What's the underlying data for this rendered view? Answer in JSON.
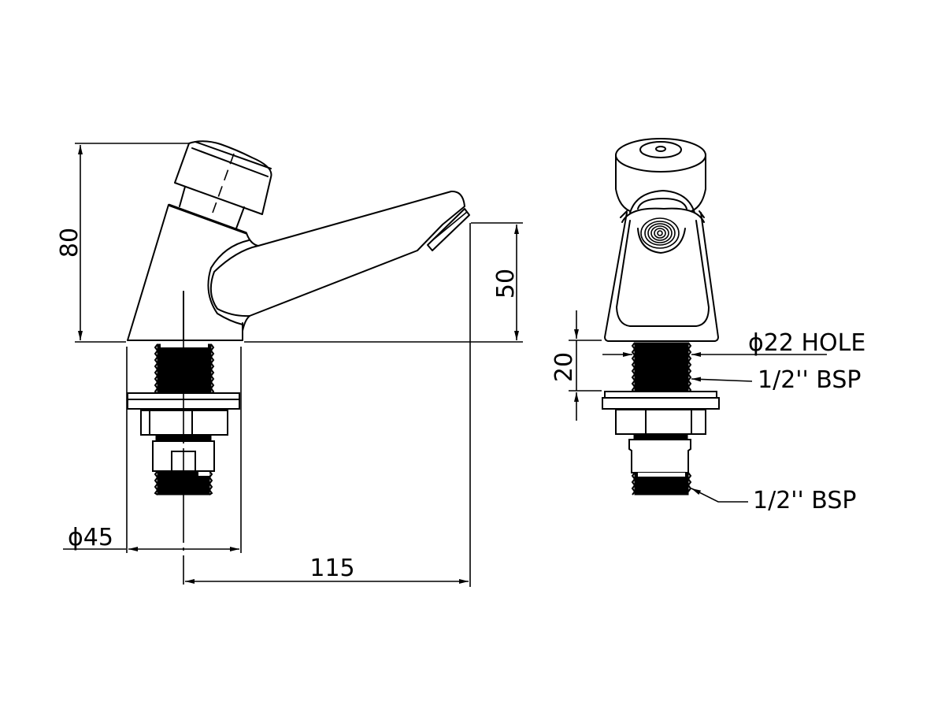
{
  "drawing": {
    "type": "technical-dimension-drawing",
    "subject": "self-closing push-button basin tap",
    "views": [
      {
        "name": "side-view",
        "description": "Side elevation with spout"
      },
      {
        "name": "front-view",
        "description": "Front elevation with aerator"
      }
    ]
  },
  "dimensions": {
    "height_overall": "80",
    "spout_height": "50",
    "base_diameter": "ϕ45",
    "spout_reach": "115",
    "shank_length": "20"
  },
  "annotations": {
    "hole": "ϕ22 HOLE",
    "inlet_thread_upper": "1/2'' BSP",
    "inlet_thread_lower": "1/2'' BSP"
  },
  "colors": {
    "line": "#000000",
    "background": "#ffffff"
  }
}
